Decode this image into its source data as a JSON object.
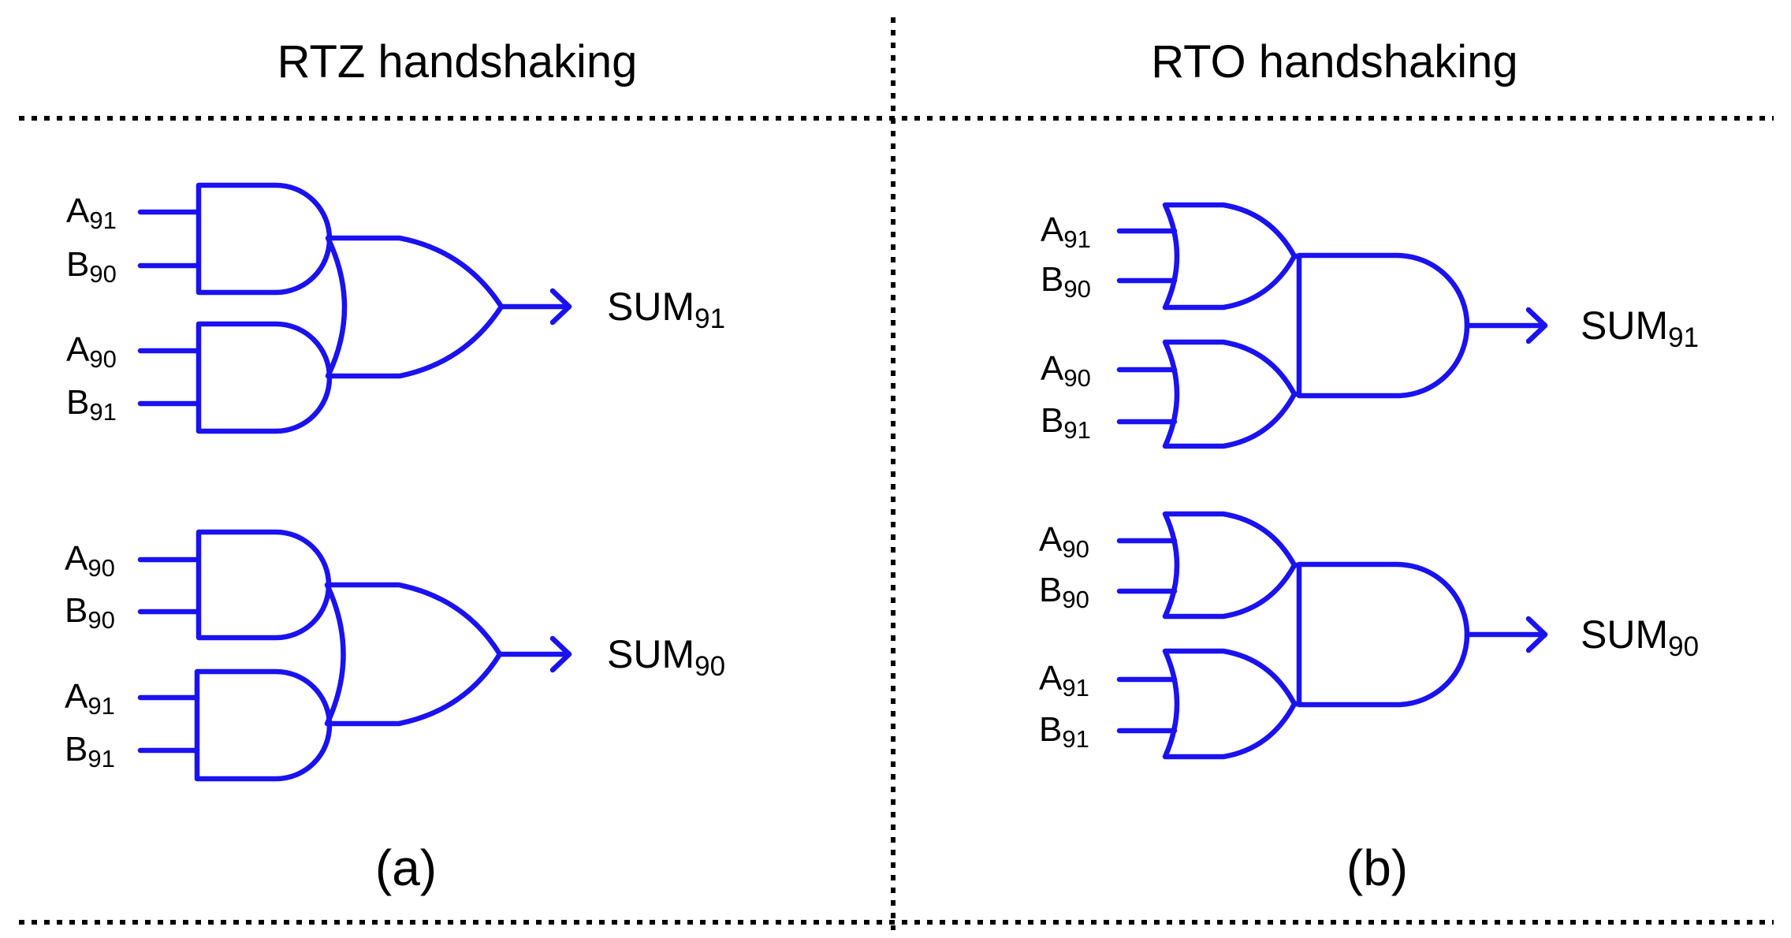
{
  "colors": {
    "wire": "#1a12f0",
    "divider": "#000000",
    "text": "#000000"
  },
  "panels": {
    "a": {
      "title": "RTZ handshaking",
      "caption": "(a)",
      "circuits": [
        {
          "gate_type": "AND-OR",
          "inputs": [
            {
              "base": "A",
              "sub": "91"
            },
            {
              "base": "B",
              "sub": "90"
            },
            {
              "base": "A",
              "sub": "90"
            },
            {
              "base": "B",
              "sub": "91"
            }
          ],
          "output": {
            "base": "SUM",
            "sub": "91"
          }
        },
        {
          "gate_type": "AND-OR",
          "inputs": [
            {
              "base": "A",
              "sub": "90"
            },
            {
              "base": "B",
              "sub": "90"
            },
            {
              "base": "A",
              "sub": "91"
            },
            {
              "base": "B",
              "sub": "91"
            }
          ],
          "output": {
            "base": "SUM",
            "sub": "90"
          }
        }
      ]
    },
    "b": {
      "title": "RTO handshaking",
      "caption": "(b)",
      "circuits": [
        {
          "gate_type": "OR-AND",
          "inputs": [
            {
              "base": "A",
              "sub": "91"
            },
            {
              "base": "B",
              "sub": "90"
            },
            {
              "base": "A",
              "sub": "90"
            },
            {
              "base": "B",
              "sub": "91"
            }
          ],
          "output": {
            "base": "SUM",
            "sub": "91"
          }
        },
        {
          "gate_type": "OR-AND",
          "inputs": [
            {
              "base": "A",
              "sub": "90"
            },
            {
              "base": "B",
              "sub": "90"
            },
            {
              "base": "A",
              "sub": "91"
            },
            {
              "base": "B",
              "sub": "91"
            }
          ],
          "output": {
            "base": "SUM",
            "sub": "90"
          }
        }
      ]
    }
  }
}
